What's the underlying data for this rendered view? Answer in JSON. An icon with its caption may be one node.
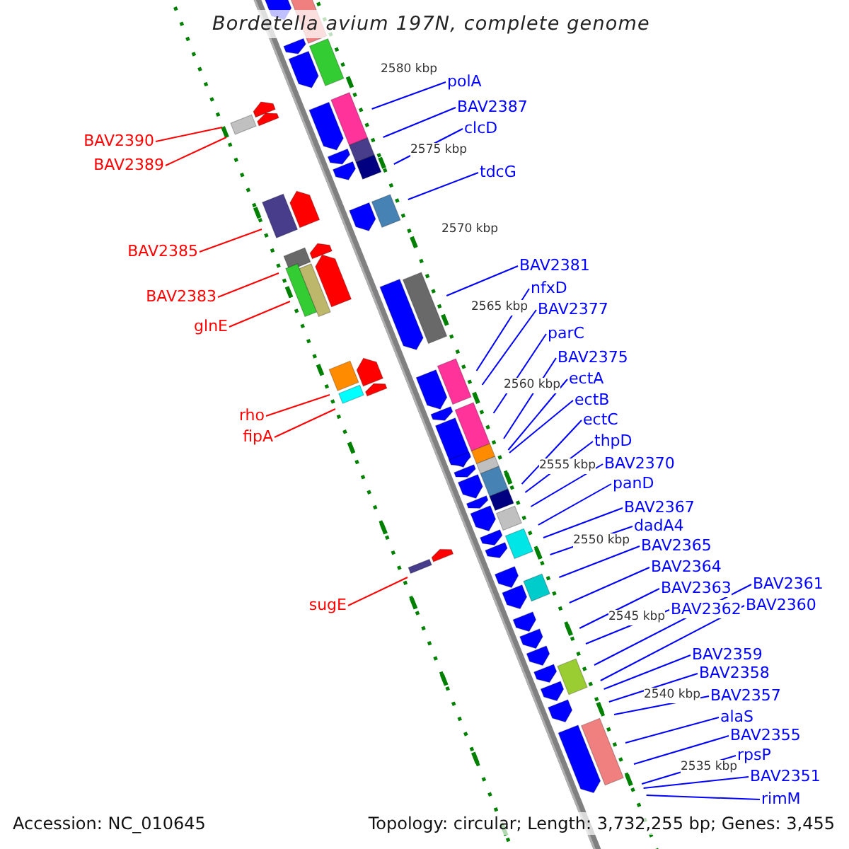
{
  "diagram": {
    "title": "Bordetella avium 197N, complete genome",
    "nodes": [
      {
        "text": [
          "polA"
        ]
      },
      {
        "text": [
          "BAV2387"
        ]
      },
      {
        "text": [
          "clcD"
        ]
      },
      {
        "text": [
          "BAV2390"
        ]
      },
      {
        "text": [
          "BAV2389"
        ]
      },
      {
        "text": [
          "tdcG"
        ]
      },
      {
        "text": [
          "BAV2385"
        ]
      },
      {
        "text": [
          "BAV2381"
        ]
      },
      {
        "text": [
          "nfxD"
        ]
      },
      {
        "text": [
          "BAV2383"
        ]
      },
      {
        "text": [
          "BAV2377"
        ]
      },
      {
        "text": [
          "glnE"
        ]
      },
      {
        "text": [
          "parC"
        ]
      },
      {
        "text": [
          "BAV2375"
        ]
      },
      {
        "text": [
          "ectA"
        ]
      },
      {
        "text": [
          "ectB"
        ]
      },
      {
        "text": [
          "rho"
        ]
      },
      {
        "text": [
          "ectC"
        ]
      },
      {
        "text": [
          "fipA"
        ]
      },
      {
        "text": [
          "thpD"
        ]
      },
      {
        "text": [
          "BAV2370"
        ]
      },
      {
        "text": [
          "panD"
        ]
      },
      {
        "text": [
          "BAV2367"
        ]
      },
      {
        "text": [
          "dadA4"
        ]
      },
      {
        "text": [
          "BAV2365"
        ]
      },
      {
        "text": [
          "BAV2364"
        ]
      },
      {
        "text": [
          "BAV2361"
        ]
      },
      {
        "text": [
          "BAV2363"
        ]
      },
      {
        "text": [
          "sugE"
        ]
      },
      {
        "text": [
          "BAV2360"
        ]
      },
      {
        "text": [
          "BAV2362"
        ]
      },
      {
        "text": [
          "BAV2359"
        ]
      },
      {
        "text": [
          "BAV2358"
        ]
      },
      {
        "text": [
          "BAV2357"
        ]
      },
      {
        "text": [
          "alaS"
        ]
      },
      {
        "text": [
          "BAV2355"
        ]
      },
      {
        "text": [
          "rpsP"
        ]
      },
      {
        "text": [
          "BAV2351"
        ]
      },
      {
        "text": [
          "rimM"
        ]
      }
    ],
    "edges": [
      {
        "from": 0,
        "to": null,
        "arrow": "none"
      },
      {
        "from": 1,
        "to": null,
        "arrow": "none"
      },
      {
        "from": 2,
        "to": null,
        "arrow": "none"
      },
      {
        "from": 3,
        "to": null,
        "arrow": "none",
        "color": "#ff0000"
      },
      {
        "from": 4,
        "to": null,
        "arrow": "none",
        "color": "#ff0000"
      },
      {
        "from": 5,
        "to": null,
        "arrow": "none"
      },
      {
        "from": 6,
        "to": null,
        "arrow": "none",
        "color": "#ff0000"
      },
      {
        "from": 7,
        "to": null,
        "arrow": "none"
      },
      {
        "from": 8,
        "to": null,
        "arrow": "none"
      },
      {
        "from": 9,
        "to": null,
        "arrow": "none",
        "color": "#ff0000"
      },
      {
        "from": 10,
        "to": null,
        "arrow": "none"
      },
      {
        "from": 11,
        "to": null,
        "arrow": "none",
        "color": "#ff0000"
      },
      {
        "from": 12,
        "to": null,
        "arrow": "none"
      },
      {
        "from": 13,
        "to": null,
        "arrow": "none"
      },
      {
        "from": 14,
        "to": null,
        "arrow": "none"
      },
      {
        "from": 15,
        "to": null,
        "arrow": "none"
      },
      {
        "from": 16,
        "to": null,
        "arrow": "none",
        "color": "#ff0000"
      },
      {
        "from": 17,
        "to": null,
        "arrow": "none"
      },
      {
        "from": 18,
        "to": null,
        "arrow": "none",
        "color": "#ff0000"
      },
      {
        "from": 19,
        "to": null,
        "arrow": "none"
      },
      {
        "from": 20,
        "to": null,
        "arrow": "none"
      },
      {
        "from": 21,
        "to": null,
        "arrow": "none"
      },
      {
        "from": 22,
        "to": null,
        "arrow": "none"
      },
      {
        "from": 23,
        "to": null,
        "arrow": "none"
      },
      {
        "from": 24,
        "to": null,
        "arrow": "none"
      },
      {
        "from": 25,
        "to": null,
        "arrow": "none"
      },
      {
        "from": 26,
        "to": null,
        "arrow": "none"
      },
      {
        "from": 27,
        "to": null,
        "arrow": "none"
      },
      {
        "from": 28,
        "to": null,
        "arrow": "none",
        "color": "#ff0000"
      },
      {
        "from": 29,
        "to": null,
        "arrow": "none"
      },
      {
        "from": 30,
        "to": null,
        "arrow": "none"
      },
      {
        "from": 31,
        "to": null,
        "arrow": "none"
      },
      {
        "from": 32,
        "to": null,
        "arrow": "none"
      },
      {
        "from": 33,
        "to": null,
        "arrow": "none"
      },
      {
        "from": 34,
        "to": null,
        "arrow": "none"
      },
      {
        "from": 35,
        "to": null,
        "arrow": "none"
      },
      {
        "from": 36,
        "to": null,
        "arrow": "none"
      },
      {
        "from": 37,
        "to": null,
        "arrow": "none"
      },
      {
        "from": 38,
        "to": null,
        "arrow": "none"
      }
    ],
    "labels": [
      "2580 kbp",
      "2575 kbp",
      "2570 kbp",
      "2565 kbp",
      "2560 kbp",
      "2555 kbp",
      "2550 kbp",
      "2545 kbp",
      "2540 kbp",
      "2535 kbp",
      "Accession: NC_010645",
      "Topology: circular; Length: 3,732,255 bp; Genes: 3,455"
    ]
  }
}
